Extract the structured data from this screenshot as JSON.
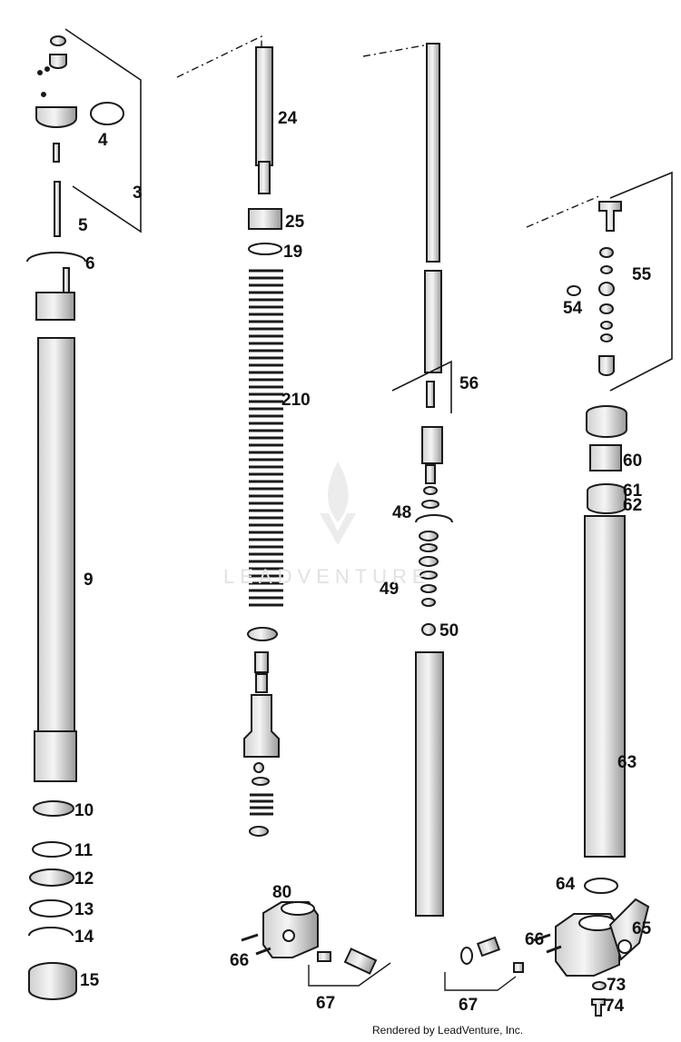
{
  "diagram": {
    "callouts": [
      "4",
      "3",
      "5",
      "6",
      "9",
      "10",
      "11",
      "12",
      "13",
      "14",
      "15",
      "24",
      "25",
      "19",
      "210",
      "56",
      "48",
      "49",
      "50",
      "55",
      "54",
      "60",
      "61",
      "62",
      "63",
      "64",
      "65",
      "66",
      "73",
      "74",
      "80",
      "66",
      "67",
      "67"
    ],
    "watermark": "LEADVENTURE",
    "footer": "Rendered by LeadVenture, Inc.",
    "line_color": "#1a1a1a"
  }
}
